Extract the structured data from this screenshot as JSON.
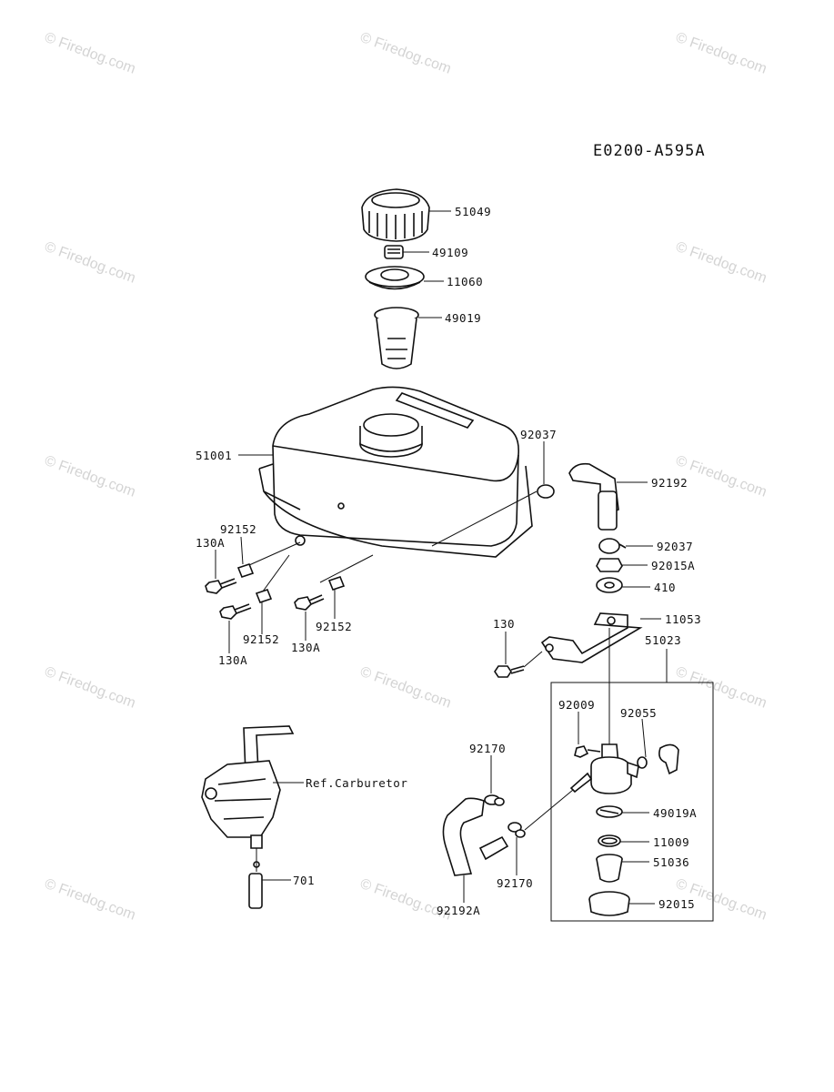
{
  "diagram_code": "E0200-A595A",
  "watermark": "© Firedog.com",
  "labels": {
    "l51049": "51049",
    "l49109": "49109",
    "l11060": "11060",
    "l49019": "49019",
    "l51001": "51001",
    "l92037a": "92037",
    "l92192": "92192",
    "l92152a": "92152",
    "l130Aa": "130A",
    "l92037b": "92037",
    "l92015A": "92015A",
    "l410": "410",
    "l11053": "11053",
    "l92152b": "92152",
    "l130Ab": "130A",
    "l92152c": "92152",
    "l130Ac": "130A",
    "l130": "130",
    "l51023": "51023",
    "l92009": "92009",
    "l92055": "92055",
    "l92170a": "92170",
    "lcarb": "Ref.Carburetor",
    "l49019A": "49019A",
    "l11009": "11009",
    "l51036": "51036",
    "l92170b": "92170",
    "l701": "701",
    "l92015": "92015",
    "l92192A": "92192A"
  }
}
